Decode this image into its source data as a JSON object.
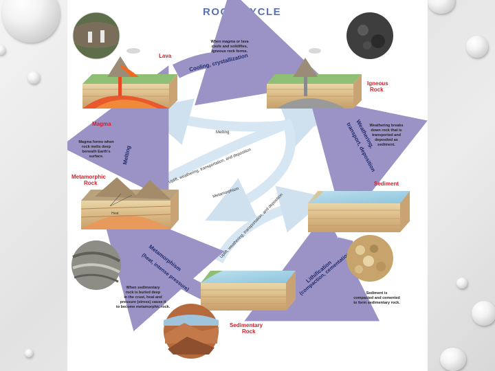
{
  "title": "ROCK CYCLE",
  "labels": {
    "lava": "Lava",
    "magma": "Magma",
    "igneous_rock": [
      "Igneous",
      "Rock"
    ],
    "sediment": "Sediment",
    "metamorphic_rock": [
      "Metamorphic",
      "Rock"
    ],
    "sedimentary_rock": [
      "Sedimentary",
      "Rock"
    ],
    "heat": "Heat"
  },
  "process_arrows": {
    "cooling": "Cooling, crystallization",
    "weathering": [
      "Weathering,",
      "transport, deposition"
    ],
    "lithification": [
      "Lithification",
      "(compaction, cementation)"
    ],
    "metamorphism": [
      "Metamorphism",
      "(heat, intense pressure)"
    ],
    "melting": "Melting"
  },
  "inner_arrows": {
    "melting": "Melting",
    "uplift_igneous": "Uplift, weathering, transportation, and deposition",
    "metamorphism": "Metamorphism",
    "uplift_meta": "Uplift, weathering, transportation, and deposition"
  },
  "descriptions": {
    "cooling": [
      "When magma or lava",
      "cools and solidifies,",
      "igneous rock forms."
    ],
    "weathering": [
      "Weathering breaks",
      "down rock that is",
      "transported and",
      "deposited as",
      "sediment."
    ],
    "lithification": [
      "Sediment is",
      "compacted and cemented",
      "to form sedimentary rock."
    ],
    "metamorphism": [
      "When sedimentary",
      "rock is buried deep",
      "in the crust, heat and",
      "pressure (stress) cause it",
      "to become metamorphic rock."
    ],
    "melting": [
      "Magma forms when",
      "rock melts deep",
      "beneath Earth's",
      "surface."
    ]
  },
  "colors": {
    "accent": "#5b6fb5",
    "label_red": "#d0202a",
    "arrow_purple": "#9b93c6",
    "arrow_light": "#d6e6f3"
  }
}
